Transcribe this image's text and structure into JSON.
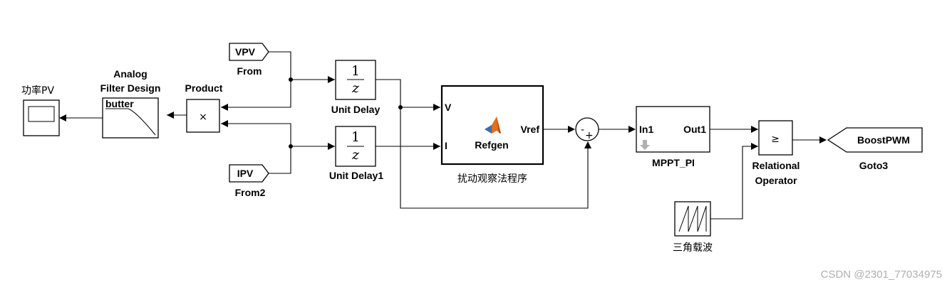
{
  "blocks": {
    "scope_title": "功率PV",
    "filter_title_line1": "Analog",
    "filter_title_line2": "Filter Design",
    "filter_inner": "butter",
    "product_title": "Product",
    "product_symbol": "×",
    "from_vpv_tag": "VPV",
    "from_vpv_label": "From",
    "from_ipv_tag": "IPV",
    "from_ipv_label": "From2",
    "delay_numerator": "1",
    "delay_denominator": "z",
    "unit_delay_label": "Unit Delay",
    "unit_delay1_label": "Unit Delay1",
    "refgen_port_v": "V",
    "refgen_port_i": "I",
    "refgen_port_vref": "Vref",
    "refgen_name": "Refgen",
    "refgen_caption": "扰动观察法程序",
    "sum_minus": "-",
    "sum_plus": "+",
    "pi_port_in": "In1",
    "pi_port_out": "Out1",
    "pi_label": "MPPT_PI",
    "relational_symbol": "≥",
    "relational_label_line1": "Relational",
    "relational_label_line2": "Operator",
    "goto_tag": "BoostPWM",
    "goto_label": "Goto3",
    "triangle_label": "三角载波"
  },
  "watermark": "CSDN @2301_77034975",
  "colors": {
    "line": "#000000",
    "matlab_logo_orange": "#e0701a",
    "matlab_logo_blue": "#3a6fb0",
    "watermark": "#b0b0b0"
  },
  "icons": [
    "scope-icon",
    "filter-lowpass-icon",
    "matlab-logo-icon",
    "subsystem-down-arrow-icon",
    "sawtooth-wave-icon"
  ]
}
